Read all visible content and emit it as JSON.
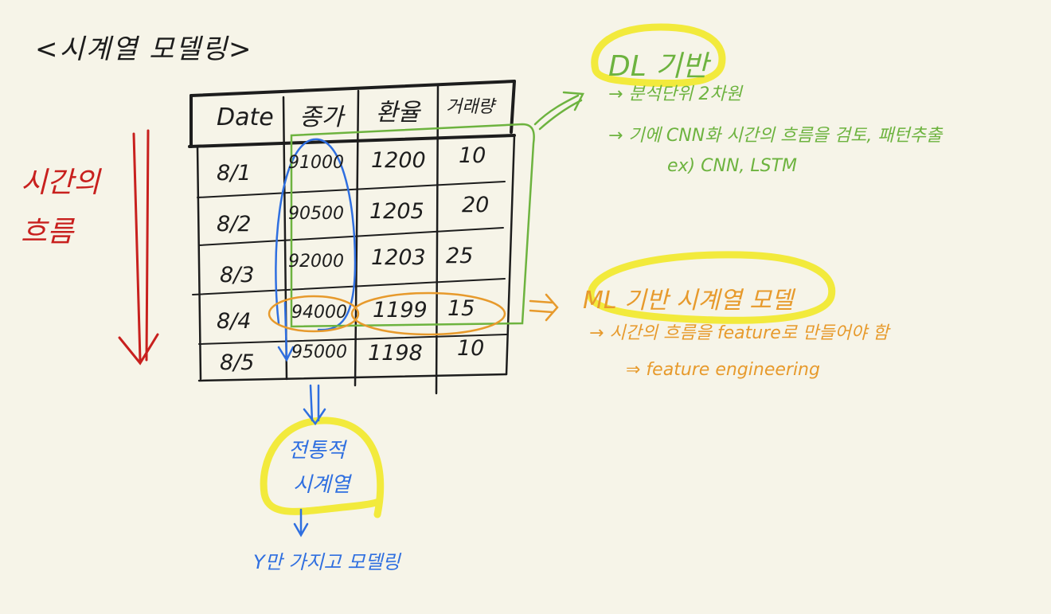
{
  "title": "<시계열 모델링>",
  "time_flow": [
    "시간의",
    "흐름"
  ],
  "table": {
    "headers": [
      "Date",
      "종가",
      "환율",
      "거래량"
    ],
    "rows": [
      [
        "8/1",
        "91000",
        "1200",
        "10"
      ],
      [
        "8/2",
        "90500",
        "1205",
        "20"
      ],
      [
        "8/3",
        "92000",
        "1203",
        "25"
      ],
      [
        "8/4",
        "94000",
        "1199",
        "15"
      ],
      [
        "8/5",
        "95000",
        "1198",
        "10"
      ]
    ]
  },
  "dl": {
    "title": "DL 기반",
    "lines": [
      "→ 분석단위 2차원",
      "→ 기에 CNN화 시간의 흐름을 검토, 패턴추출",
      "ex) CNN, LSTM"
    ]
  },
  "ml": {
    "title": "ML 기반 시계열 모델",
    "lines": [
      "→ 시간의 흐름을 feature로 만들어야 함",
      "⇒ feature engineering"
    ]
  },
  "traditional": {
    "lines": [
      "전통적",
      "시계열"
    ],
    "note": "Y만 가지고 모델링"
  },
  "colors": {
    "background": "#f6f4e8",
    "ink": "#1d1d1d",
    "red": "#c8201e",
    "green": "#6db33f",
    "orange": "#e79a2c",
    "blue": "#2f6fe0",
    "highlight": "#f2ea3c"
  }
}
